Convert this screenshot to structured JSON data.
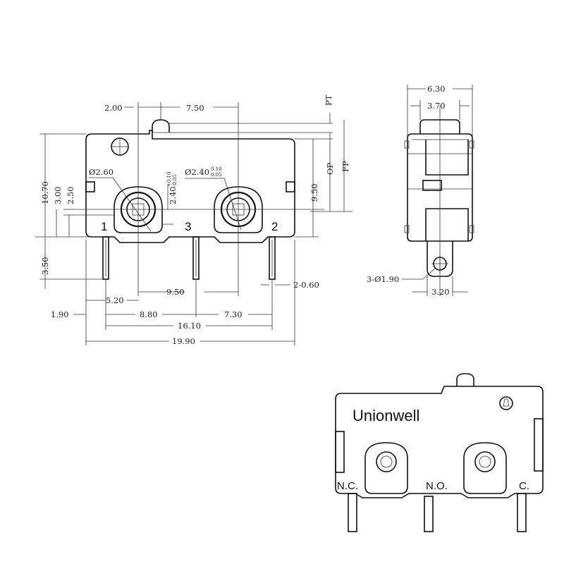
{
  "front_view": {
    "top_dims": {
      "d1": "2.00",
      "d2": "7.50"
    },
    "pt_label": "PT",
    "fp_label": "FP",
    "op_label": "OP",
    "left_dims": {
      "h1": "10.70",
      "h2": "3.00",
      "h3": "2.50",
      "h4": "3.50"
    },
    "right_dims": {
      "h1": "9.50"
    },
    "hole_labels": {
      "left_hole": "Ø2.60",
      "right_hole": "Ø2.40",
      "right_hole_tol_top": "0.10",
      "right_hole_tol_bottom": "0.05",
      "vertical": "2.40",
      "vertical_tol_top": "+0.10",
      "vertical_tol_bottom": "-0.05"
    },
    "pin_labels": [
      "1",
      "3",
      "2"
    ],
    "bottom_dims": {
      "d1": "5.20",
      "d2": "9.50",
      "d3": "2-0.60",
      "d4": "1.90",
      "d5": "8.80",
      "d6": "7.30",
      "d7": "16.10",
      "d8": "19.90"
    }
  },
  "side_view": {
    "top_dims": {
      "w1": "6.30",
      "w2": "3.70"
    },
    "hole_label": "3-Ø1.90",
    "bottom_dim": "3.20"
  },
  "product_view": {
    "brand": "Unionwell",
    "terminal_labels": [
      "N.C.",
      "N.O.",
      "C."
    ]
  }
}
